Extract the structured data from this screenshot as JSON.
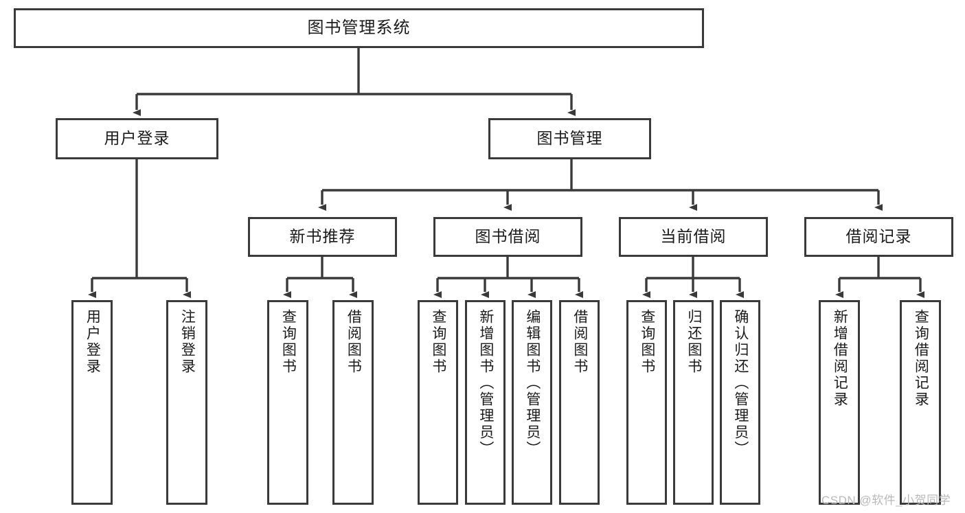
{
  "diagram": {
    "type": "tree-hierarchy-chart",
    "title": "图书管理系统",
    "watermark": "CSDN @软件_小贺同学",
    "colors": {
      "box_border": "#3a3a3a",
      "box_fill": "#ffffff",
      "edge": "#3a3a3a",
      "text": "#1b1b1b",
      "watermark": "#b9b9b9",
      "background": "#ffffff"
    },
    "root": {
      "label": "图书管理系统"
    },
    "level2": [
      {
        "label": "用户登录"
      },
      {
        "label": "图书管理"
      }
    ],
    "level3": [
      {
        "label": "新书推荐"
      },
      {
        "label": "图书借阅"
      },
      {
        "label": "当前借阅"
      },
      {
        "label": "借阅记录"
      }
    ],
    "leaves": [
      {
        "label": "用户登录",
        "parent": "用户登录"
      },
      {
        "label": "注销登录",
        "parent": "用户登录"
      },
      {
        "label": "查询图书",
        "parent": "新书推荐"
      },
      {
        "label": "借阅图书",
        "parent": "新书推荐"
      },
      {
        "label": "查询图书",
        "parent": "图书借阅"
      },
      {
        "label": "新增图书（管理员）",
        "parent": "图书借阅"
      },
      {
        "label": "编辑图书（管理员）",
        "parent": "图书借阅"
      },
      {
        "label": "借阅图书",
        "parent": "图书借阅"
      },
      {
        "label": "查询图书",
        "parent": "当前借阅"
      },
      {
        "label": "归还图书",
        "parent": "当前借阅"
      },
      {
        "label": "确认归还（管理员）",
        "parent": "当前借阅"
      },
      {
        "label": "新增借阅记录",
        "parent": "借阅记录"
      },
      {
        "label": "查询借阅记录",
        "parent": "借阅记录"
      }
    ]
  }
}
